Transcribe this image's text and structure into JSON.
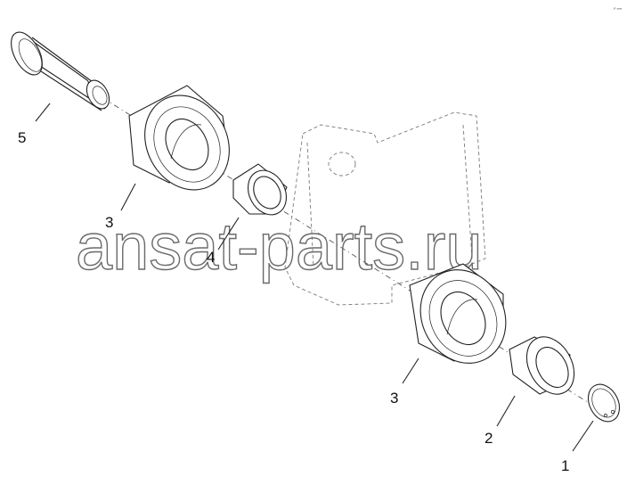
{
  "diagram": {
    "watermark": "ansat-parts.ru",
    "corner_mark": "↗ ∞∞",
    "callouts": [
      {
        "id": "callout-5",
        "label": "5"
      },
      {
        "id": "callout-3-upper",
        "label": "3"
      },
      {
        "id": "callout-4",
        "label": "4"
      },
      {
        "id": "callout-3-lower",
        "label": "3"
      },
      {
        "id": "callout-2",
        "label": "2"
      },
      {
        "id": "callout-1",
        "label": "1"
      }
    ]
  }
}
